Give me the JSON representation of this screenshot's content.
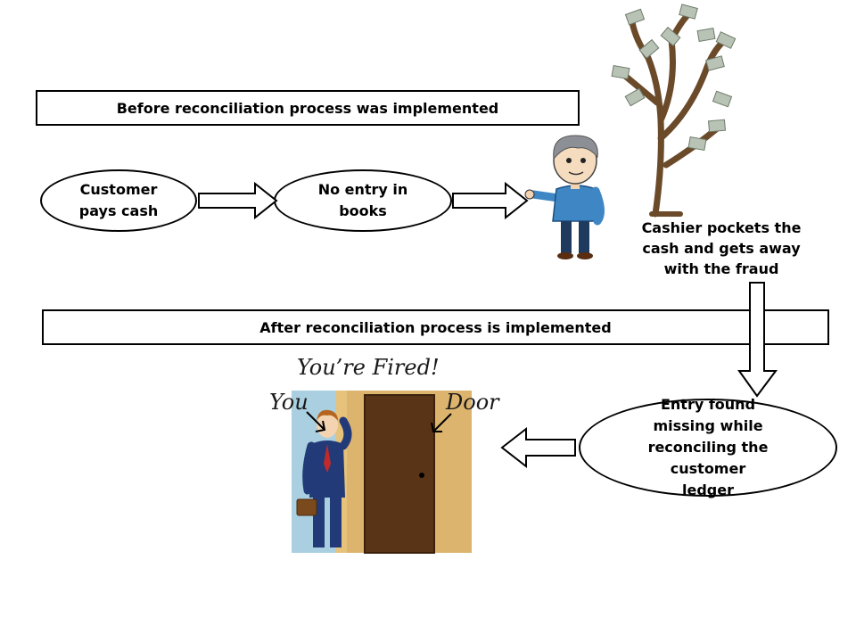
{
  "before_banner": "Before reconciliation process was implemented",
  "after_banner": "After reconciliation process is implemented",
  "step_customer_pays": "Customer pays cash",
  "step_no_entry": "No entry in books",
  "cashier_caption": "Cashier pockets the cash and gets away with the fraud",
  "step_entry_missing": "Entry found missing while reconciling the customer ledger",
  "fired_text": "You’re Fired!",
  "you_label": "You",
  "door_label": "Door",
  "colors": {
    "stroke": "#000000",
    "door": "#5a3416",
    "wall": "#dcb46e",
    "sky": "#a9cfe0",
    "suit": "#233a78",
    "shirt": "#3f86c4"
  }
}
